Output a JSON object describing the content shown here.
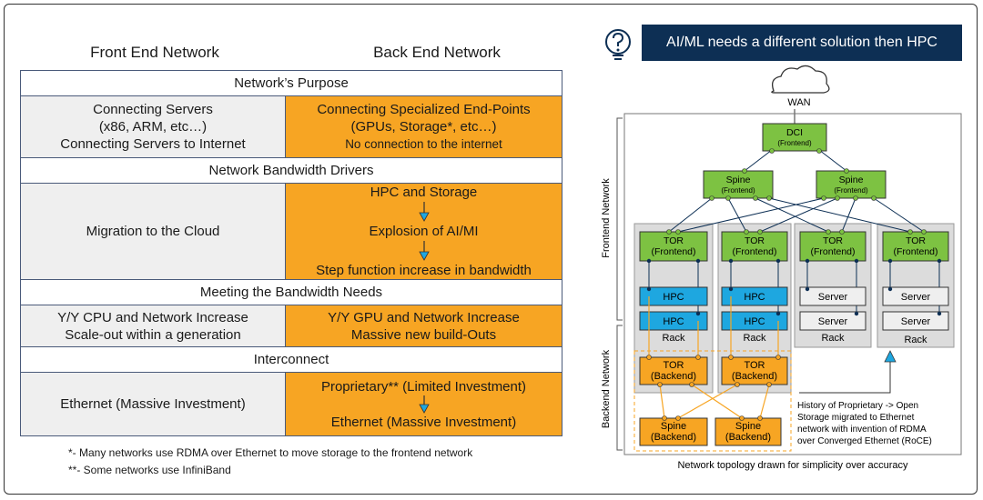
{
  "left": {
    "front_header": "Front End Network",
    "back_header": "Back End Network",
    "sections": [
      {
        "title": "Network’s Purpose",
        "left_lines": [
          "Connecting Servers",
          "(x86, ARM, etc…)",
          "Connecting Servers to Internet"
        ],
        "right_lines": [
          "Connecting Specialized End-Points",
          "(GPUs, Storage*, etc…)",
          "No connection to the internet"
        ]
      },
      {
        "title": "Network Bandwidth Drivers",
        "left_lines": [
          "Migration to the Cloud"
        ],
        "right_lines": [
          "HPC and Storage",
          "Explosion of AI/MI",
          "Step function increase in bandwidth"
        ]
      },
      {
        "title": "Meeting the Bandwidth Needs",
        "left_lines": [
          "Y/Y CPU and Network Increase",
          "Scale-out within a generation"
        ],
        "right_lines": [
          "Y/Y GPU and Network Increase",
          "Massive new build-Outs"
        ]
      },
      {
        "title": "Interconnect",
        "left_lines": [
          "Ethernet (Massive Investment)"
        ],
        "right_lines": [
          "Proprietary** (Limited Investment)",
          "Ethernet (Massive Investment)"
        ]
      }
    ],
    "notes": [
      "*- Many networks use RDMA over Ethernet to move storage to the frontend network",
      "**- Some networks use InfiniBand"
    ]
  },
  "banner": {
    "text": "AI/ML needs a different solution then HPC",
    "icon": "question-bulb-icon"
  },
  "diagram": {
    "wan": "WAN",
    "dci": [
      "DCI",
      "(Frontend)"
    ],
    "spine_front": [
      "Spine",
      "(Frontend)"
    ],
    "tor_front": [
      "TOR",
      "(Frontend)"
    ],
    "hpc": "HPC",
    "server": "Server",
    "rack": "Rack",
    "tor_back": [
      "TOR",
      "(Backend)"
    ],
    "spine_back": [
      "Spine",
      "(Backend)"
    ],
    "frontend_label": "Frontend Network",
    "backend_label": "Backend Network",
    "history": [
      "History of Proprietary -> Open",
      "Storage migrated to Ethernet",
      "network with invention of RDMA",
      "over Converged Ethernet (RoCE)"
    ],
    "caption": "Network topology drawn for simplicity over accuracy"
  },
  "colors": {
    "orange": "#f7a523",
    "green": "#7dc242",
    "blue": "#1ea7e0",
    "navy": "#0d2f54",
    "grey": "#efefef"
  }
}
